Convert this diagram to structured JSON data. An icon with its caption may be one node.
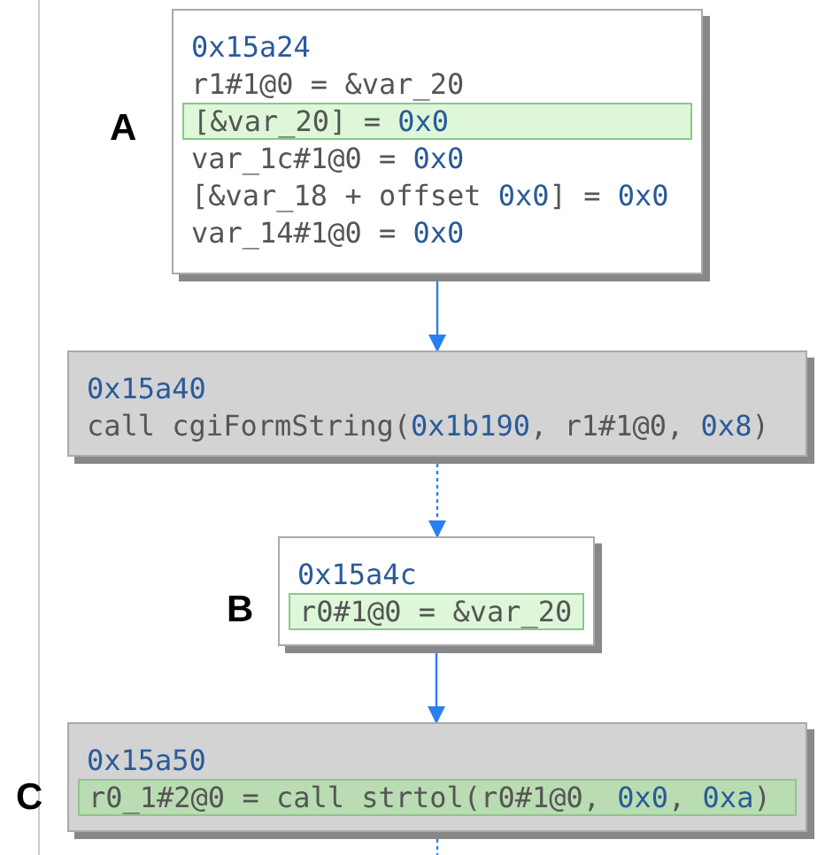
{
  "diagram": {
    "nodes": [
      {
        "text": [
          "0x15a24",
          "r1#1@0 = &var_20",
          "var_1c#1@0 = 0x0",
          "[&var_18 + offset 0x0] = 0x0",
          "var_14#1@0 = 0x0"
        ]
      },
      {
        "text": [
          "[&var_20] = 0x0"
        ],
        "in": 0
      },
      {
        "text": [
          "0x15a40",
          "call cgiFormString(0x1b190, r1#1@0, 0x8)"
        ]
      },
      {
        "text": [
          "0x15a4c"
        ]
      },
      {
        "text": [
          "r0#1@0 = &var_20"
        ],
        "in": 3
      },
      {
        "text": [
          "0x15a50"
        ]
      },
      {
        "text": [
          "r0_1#2@0 = call strtol(r0#1@0, 0x0, 0xa)"
        ],
        "in": 5
      }
    ],
    "edges": [
      {
        "from": 0,
        "to": 2,
        "arrow": "to"
      },
      {
        "from": 2,
        "to": 3,
        "arrow": "to",
        "style": "dashed"
      },
      {
        "from": 3,
        "to": 5,
        "arrow": "to"
      },
      {
        "from": 5,
        "to": null,
        "arrow": "none",
        "style": "dashed"
      }
    ],
    "labels": [
      "A",
      "B",
      "C"
    ]
  }
}
